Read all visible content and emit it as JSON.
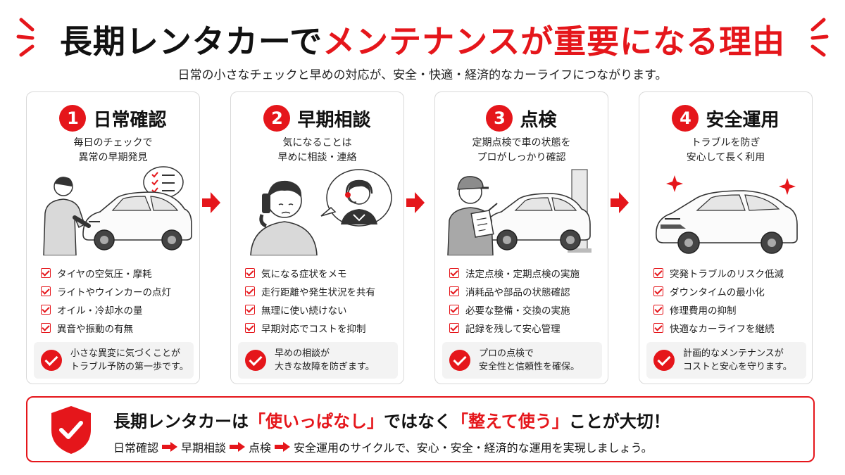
{
  "header": {
    "title_black": "長期レンタカーで",
    "title_red": "メンテナンスが重要になる理由",
    "subtitle": "日常の小さなチェックと早めの対応が、安全・快適・経済的なカーライフにつながります。"
  },
  "colors": {
    "accent": "#e5161b",
    "text": "#111111",
    "note_bg": "#f3f3f3",
    "border": "#d9d9d9"
  },
  "cards": [
    {
      "number": "1",
      "title": "日常確認",
      "desc": [
        "毎日のチェックで",
        "異常の早期発見"
      ],
      "illustration": "person-inspecting-car-with-checklist-bubble",
      "checks": [
        "タイヤの空気圧・摩耗",
        "ライトやウインカーの点灯",
        "オイル・冷却水の量",
        "異音や振動の有無"
      ],
      "note": [
        "小さな異変に気づくことが",
        "トラブル予防の第一歩です。"
      ]
    },
    {
      "number": "2",
      "title": "早期相談",
      "desc": [
        "気になることは",
        "早めに相談・連絡"
      ],
      "illustration": "person-phoning-support-operator",
      "checks": [
        "気になる症状をメモ",
        "走行距離や発生状況を共有",
        "無理に使い続けない",
        "早期対応でコストを抑制"
      ],
      "note": [
        "早めの相談が",
        "大きな故障を防ぎます。"
      ]
    },
    {
      "number": "3",
      "title": "点検",
      "desc": [
        "定期点検で車の状態を",
        "プロがしっかり確認"
      ],
      "illustration": "mechanic-with-clipboard-and-car",
      "checks": [
        "法定点検・定期点検の実施",
        "消耗品や部品の状態確認",
        "必要な整備・交換の実施",
        "記録を残して安心管理"
      ],
      "note": [
        "プロの点検で",
        "安全性と信頼性を確保。"
      ]
    },
    {
      "number": "4",
      "title": "安全運用",
      "desc": [
        "トラブルを防ぎ",
        "安心して長く利用"
      ],
      "illustration": "shiny-clean-car-with-sparkles",
      "checks": [
        "突発トラブルのリスク低減",
        "ダウンタイムの最小化",
        "修理費用の抑制",
        "快適なカーライフを継続"
      ],
      "note": [
        "計画的なメンテナンスが",
        "コストと安心を守ります。"
      ]
    }
  ],
  "bottom": {
    "main_prefix": "長期レンタカーは",
    "main_hl1": "「使いっぱなし」",
    "main_mid": "ではなく",
    "main_hl2": "「整えて使う」",
    "main_suffix": "ことが大切！",
    "flow": [
      "日常確認",
      "早期相談",
      "点検"
    ],
    "flow_end": "安全運用のサイクルで、安心・安全・経済的な運用を実現しましょう。"
  },
  "icons": [
    "burst-lines-icon",
    "step-arrow-icon",
    "check-circle-icon",
    "checkbox-icon",
    "shield-check-icon"
  ]
}
